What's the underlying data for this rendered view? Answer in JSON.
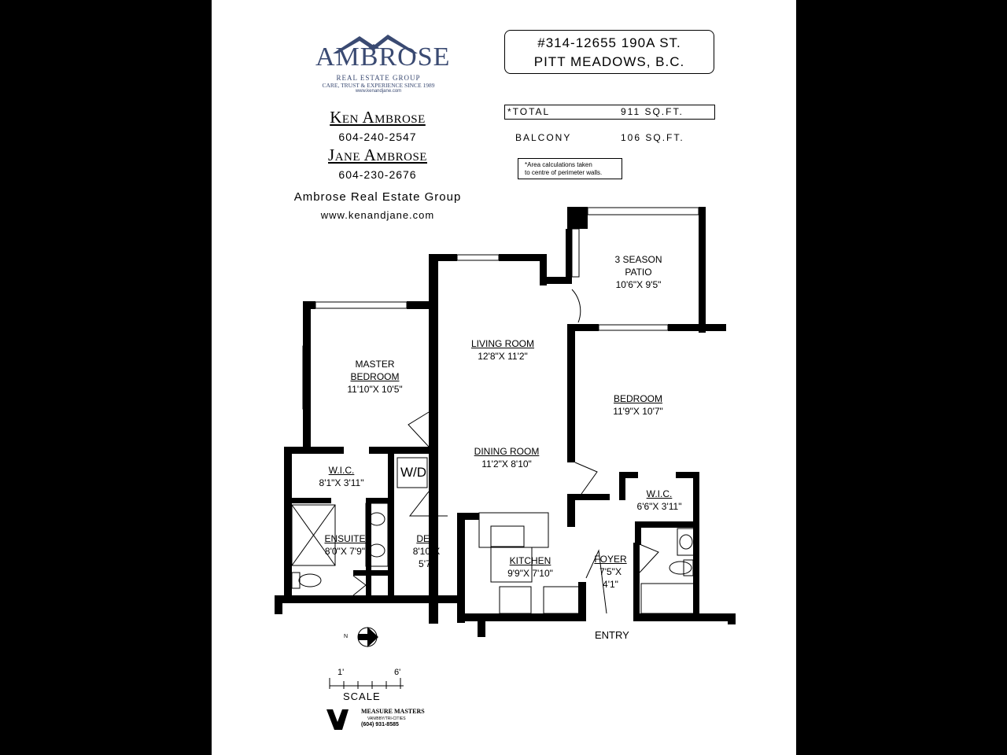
{
  "logo": {
    "name": "AMBROSE",
    "sub": "REAL ESTATE GROUP",
    "tagline": "CARE, TRUST & EXPERIENCE SINCE 1989",
    "url": "www.kenandjane.com"
  },
  "agents": [
    {
      "name": "Ken Ambrose",
      "phone": "604-240-2547"
    },
    {
      "name": "Jane Ambrose",
      "phone": "604-230-2676"
    }
  ],
  "group": "Ambrose Real Estate Group",
  "website": "www.kenandjane.com",
  "address": {
    "line1": "#314-12655  190A  ST.",
    "line2": "PITT  MEADOWS,  B.C."
  },
  "areas": {
    "total_label": "*TOTAL",
    "total_value": "911  SQ.FT.",
    "balcony_label": "BALCONY",
    "balcony_value": "106  SQ.FT.",
    "note_line1": "*Area calculations taken",
    "note_line2": "to centre of perimeter walls."
  },
  "rooms": {
    "patio": {
      "name1": "3 SEASON",
      "name2": "PATIO",
      "dims": "10'6\"X  9'5\""
    },
    "living": {
      "name": "LIVING ROOM",
      "dims": "12'8\"X  11'2\""
    },
    "master": {
      "name1": "MASTER",
      "name2": "BEDROOM",
      "dims": "11'10\"X  10'5\""
    },
    "bedroom": {
      "name": "BEDROOM",
      "dims": "11'9\"X  10'7\""
    },
    "dining": {
      "name": "DINING ROOM",
      "dims": "11'2\"X  8'10\""
    },
    "wic1": {
      "name": "W.I.C.",
      "dims": "8'1\"X  3'11\""
    },
    "wic2": {
      "name": "W.I.C.",
      "dims": "6'6\"X  3'11\""
    },
    "ensuite": {
      "name": "ENSUITE",
      "dims": "8'0\"X  7'9\""
    },
    "den": {
      "name": "DEN",
      "dims1": "8'10\"X",
      "dims2": "5'7\""
    },
    "kitchen": {
      "name": "KITCHEN",
      "dims": "9'9\"X  7'10\""
    },
    "foyer": {
      "name": "FOYER",
      "dims1": "7'5\"X",
      "dims2": "4'1\""
    },
    "wd": "W/D"
  },
  "entry": "ENTRY",
  "compass": "N",
  "scale": {
    "label": "SCALE",
    "tick1": "1'",
    "tick6": "6'"
  },
  "measure": {
    "name": "MEASURE MASTERS",
    "region": "VAN/BBY/TRI-CITIES",
    "phone": "(604)  931-8585"
  },
  "colors": {
    "background": "#000000",
    "paper": "#ffffff",
    "ink": "#000000",
    "logo_blue": "#3a4a72"
  }
}
